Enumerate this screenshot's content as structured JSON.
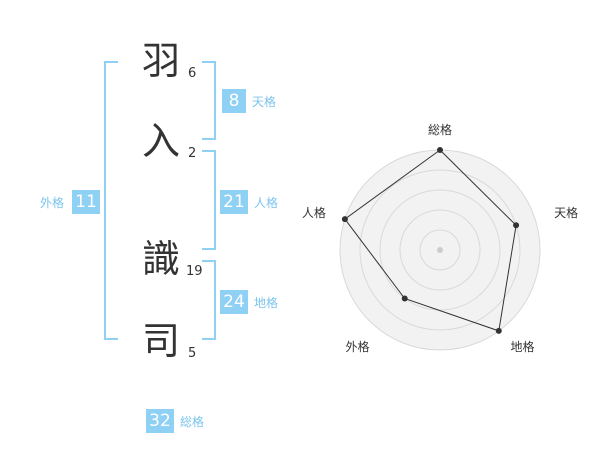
{
  "colors": {
    "accent": "#8fd0f5",
    "accent_text": "#7cc4ee",
    "bracket": "#8fd0f5",
    "radar_fill": "#f2f2f2",
    "radar_ring": "#d9d9d9",
    "radar_line": "#333333",
    "radar_point": "#333333",
    "radar_center": "#cccccc"
  },
  "name": {
    "characters": [
      {
        "char": "羽",
        "strokes": "6"
      },
      {
        "char": "入",
        "strokes": "2"
      },
      {
        "char": "識",
        "strokes": "19"
      },
      {
        "char": "司",
        "strokes": "5"
      }
    ]
  },
  "kakusu": {
    "tenkaku": {
      "value": "8",
      "label": "天格"
    },
    "jinkaku": {
      "value": "21",
      "label": "人格"
    },
    "chikaku": {
      "value": "24",
      "label": "地格"
    },
    "gaikaku": {
      "value": "11",
      "label": "外格"
    },
    "soukaku": {
      "value": "32",
      "label": "総格"
    }
  },
  "chart_data": {
    "type": "radar",
    "axes": [
      "総格",
      "天格",
      "地格",
      "外格",
      "人格"
    ],
    "values": [
      5,
      4,
      5,
      3,
      5
    ],
    "max": 5,
    "rings": 5
  }
}
